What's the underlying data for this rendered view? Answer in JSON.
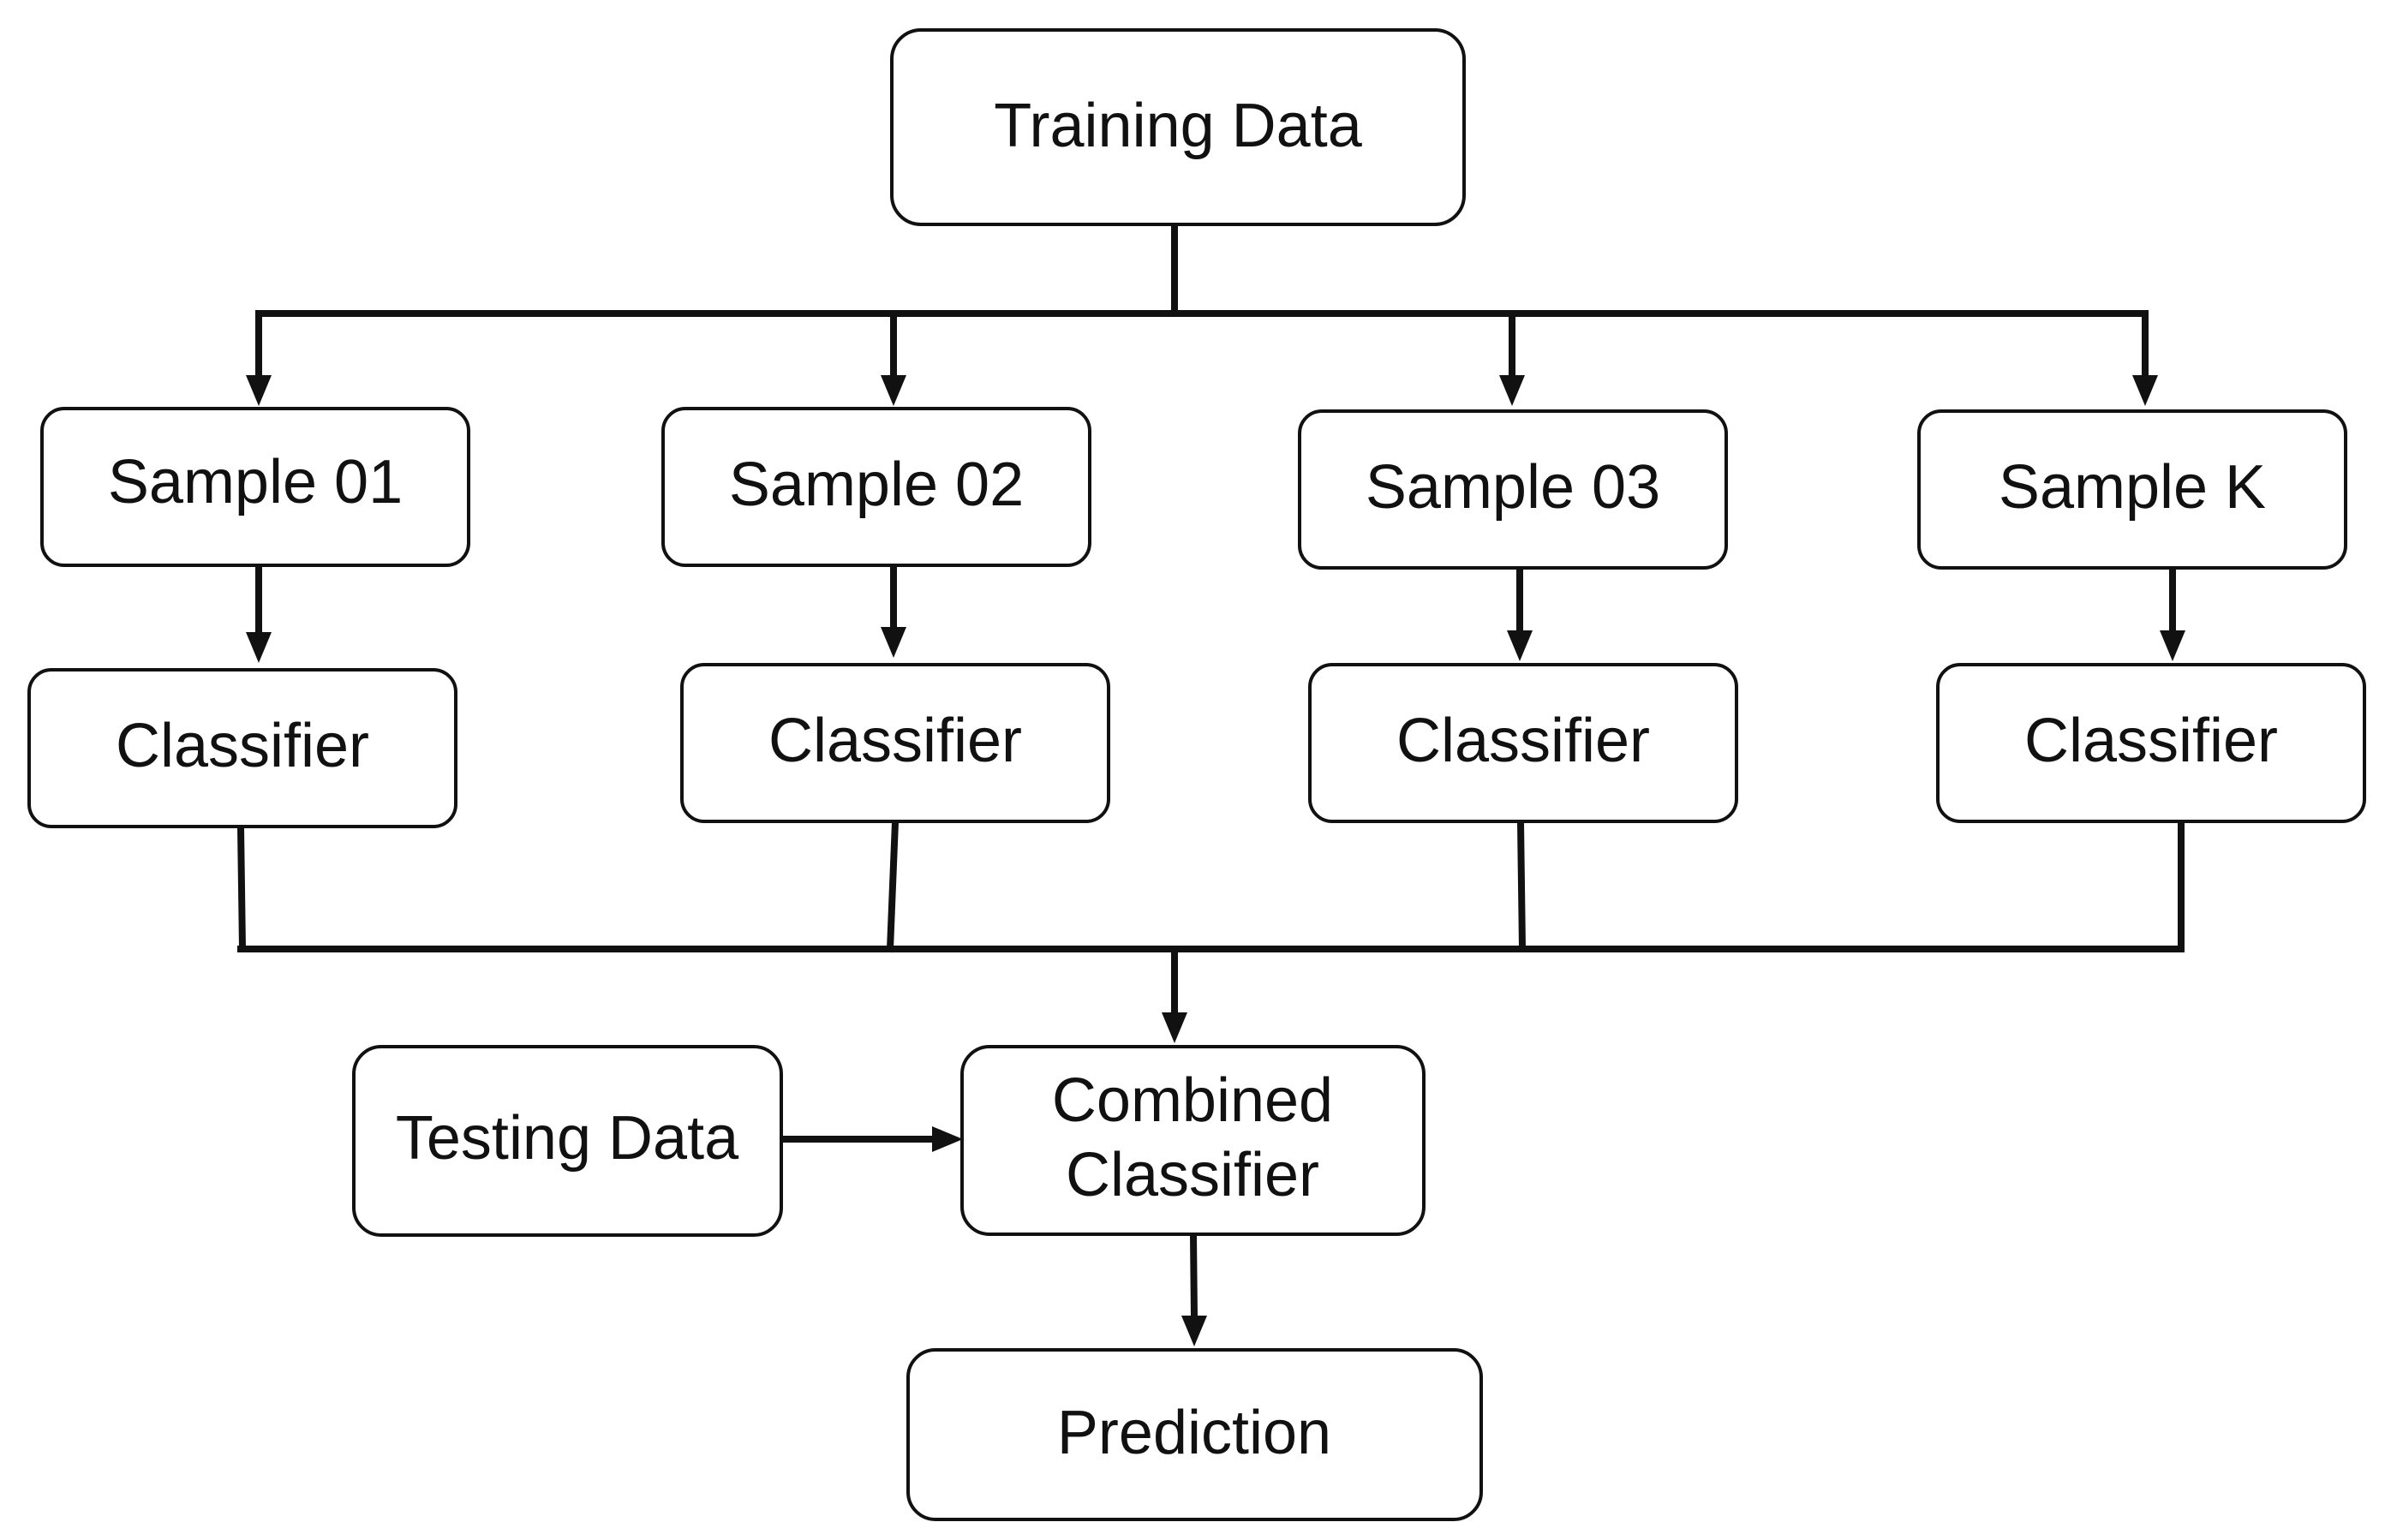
{
  "diagram": {
    "nodes": {
      "training_data": "Training Data",
      "sample_01": "Sample 01",
      "sample_02": "Sample 02",
      "sample_03": "Sample 03",
      "sample_k": "Sample K",
      "classifier_1": "Classifier",
      "classifier_2": "Classifier",
      "classifier_3": "Classifier",
      "classifier_4": "Classifier",
      "testing_data": "Testing Data",
      "combined_classifier_line1": "Combined",
      "combined_classifier_line2": "Classifier",
      "prediction": "Prediction"
    },
    "edges": [
      {
        "from": "Training Data",
        "to": "Sample 01"
      },
      {
        "from": "Training Data",
        "to": "Sample 02"
      },
      {
        "from": "Training Data",
        "to": "Sample 03"
      },
      {
        "from": "Training Data",
        "to": "Sample K"
      },
      {
        "from": "Sample 01",
        "to": "Classifier"
      },
      {
        "from": "Sample 02",
        "to": "Classifier"
      },
      {
        "from": "Sample 03",
        "to": "Classifier"
      },
      {
        "from": "Sample K",
        "to": "Classifier"
      },
      {
        "from": "Classifier (all)",
        "to": "Combined Classifier"
      },
      {
        "from": "Testing Data",
        "to": "Combined Classifier"
      },
      {
        "from": "Combined Classifier",
        "to": "Prediction"
      }
    ],
    "colors": {
      "stroke": "#111111",
      "fill": "#ffffff",
      "background": "#ffffff"
    }
  }
}
